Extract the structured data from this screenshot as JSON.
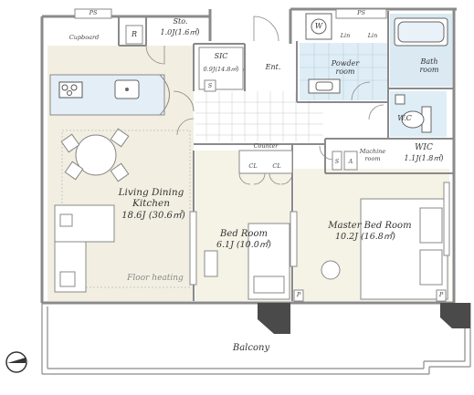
{
  "labels": {
    "ps1": "PS",
    "ps2": "PS",
    "cupboard": "Cupboard",
    "r": "R",
    "sto_name": "Sto.",
    "sto_area": "1.0J(1.6㎡)",
    "sic_name": "SIC",
    "sic_area": "0.9J(14.8㎡)",
    "s1": "S",
    "ent": "Ent.",
    "w": "W",
    "lin1": "Lin",
    "lin2": "Lin",
    "powder1": "Powder",
    "powder2": "room",
    "bath1": "Bath",
    "bath2": "room",
    "wc": "W.C",
    "counter": "Counter",
    "cl1": "CL",
    "cl2": "CL",
    "s2": "S",
    "a": "A",
    "machine1": "Machine",
    "machine2": "room",
    "wic_name": "WIC",
    "wic_area": "1.1J(1.8㎡)",
    "ldk1": "Living Dining",
    "ldk2": "Kitchen",
    "ldk_area": "18.6J (30.6㎡)",
    "bed_name": "Bed Room",
    "bed_area": "6.1J (10.0㎡)",
    "master_name": "Master Bed Room",
    "master_area": "10.2J (16.8㎡)",
    "floor_heating": "Floor heating",
    "p1": "P",
    "p2": "P",
    "balcony": "Balcony"
  },
  "colors": {
    "wall": "#8a8a8a",
    "ldk_floor": "#f2efe2",
    "bedroom_floor": "#f5f2e6",
    "kitchen_counter": "#e3eef7",
    "bath_tile": "#dbe9f2",
    "wet_area": "#dfeef6",
    "wall_dark": "#4a4a4a"
  },
  "icons": [
    "compass-icon",
    "door-swing-icon",
    "bathtub-icon",
    "toilet-icon",
    "sink-icon",
    "stove-icon",
    "dining-table-icon",
    "sofa-icon",
    "bed-icon"
  ]
}
